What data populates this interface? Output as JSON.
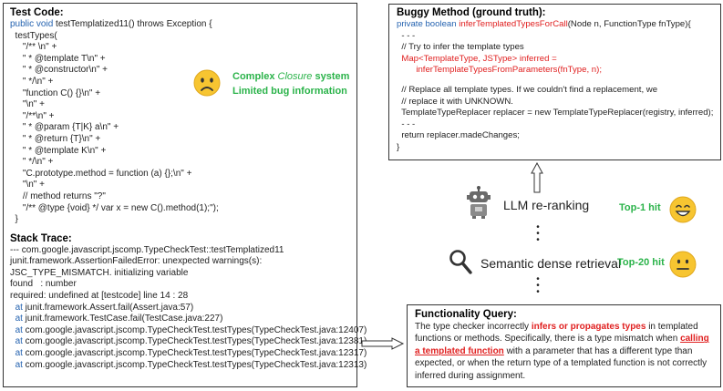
{
  "test_code": {
    "title": "Test Code:",
    "signature_kw": "public void",
    "signature_rest": " testTemplatized11() throws Exception {",
    "lines": [
      "  testTypes(",
      "     \"/** \\n\" +",
      "     \" * @template T\\n\" +",
      "     \" * @constructor\\n\" +",
      "     \" */\\n\" +",
      "     \"function C() {}\\n\" +",
      "     \"\\n\" +",
      "     \"/**\\n\" +",
      "     \" * @param {T|K} a\\n\" +",
      "     \" * @return {T}\\n\" +",
      "     \" * @template K\\n\" +",
      "     \" */\\n\" +",
      "     \"C.prototype.method = function (a) {};\\n\" +",
      "     \"\\n\" +",
      "     // method returns \"?\"",
      "     \"/** @type {void} */ var x = new C().method(1);\");",
      "  }"
    ]
  },
  "callout": {
    "line1_a": "Complex ",
    "line1_b": "Closure",
    "line1_c": " system",
    "line2": "Limited bug information"
  },
  "stack_trace": {
    "title": "Stack Trace:",
    "lines": [
      "--- com.google.javascript.jscomp.TypeCheckTest::testTemplatized11",
      "junit.framework.AssertionFailedError: unexpected warnings(s):",
      "JSC_TYPE_MISMATCH. initializing variable",
      "found   : number",
      "required: undefined at [testcode] line 14 : 28"
    ],
    "at_word": "at",
    "at_lines": [
      " junit.framework.Assert.fail(Assert.java:57)",
      " junit.framework.TestCase.fail(TestCase.java:227)",
      " com.google.javascript.jscomp.TypeCheckTest.testTypes(TypeCheckTest.java:12407)",
      " com.google.javascript.jscomp.TypeCheckTest.testTypes(TypeCheckTest.java:12381)",
      " com.google.javascript.jscomp.TypeCheckTest.testTypes(TypeCheckTest.java:12317)",
      " com.google.javascript.jscomp.TypeCheckTest.testTypes(TypeCheckTest.java:12313)"
    ]
  },
  "buggy_method": {
    "title": "Buggy Method (ground truth):",
    "sig_kw": "private boolean",
    "sig_name": "inferTemplatedTypesForCall",
    "sig_rest": "(Node n, FunctionType fnType){",
    "l1": "  - - -",
    "l2": "  // Try to infer the template types",
    "l3": "  Map<TemplateType, JSType> inferred =",
    "l4": "        inferTemplateTypesFromParameters(fnType, n);",
    "l5": "",
    "l6": "  // Replace all template types. If we couldn't find a replacement, we",
    "l7": "  // replace it with UNKNOWN.",
    "l8": "  TemplateTypeReplacer replacer = new TemplateTypeReplacer(registry, inferred);",
    "l9": "  - - -",
    "l10": "  return replacer.madeChanges;",
    "l11": "}"
  },
  "pipeline": {
    "llm_label": "LLM re-ranking",
    "retrieval_label": "Semantic dense retrieval",
    "top1": "Top-1 hit",
    "top20": "Top-20 hit"
  },
  "functionality_query": {
    "title": "Functionality Query:",
    "t1": "The type checker incorrectly ",
    "t2": "infers or propagates types",
    "t3": " in templated",
    "t4": "functions or methods. Specifically, there is a type mismatch when ",
    "t5": "calling",
    "t6": "a templated function",
    "t7": " with a parameter that has a different type than",
    "t8": "expected, or when the return type of a templated function is not correctly",
    "t9": "inferred during assignment."
  },
  "colors": {
    "keyword_blue": "#2563b0",
    "highlight_red": "#e02020",
    "hit_green": "#2bb34a",
    "emoji_yellow": "#f7c531"
  },
  "icons": [
    "sad-face-icon",
    "robot-icon",
    "magnifier-icon",
    "grin-face-icon",
    "neutral-face-icon",
    "arrow-right-icon",
    "arrow-up-icon"
  ]
}
